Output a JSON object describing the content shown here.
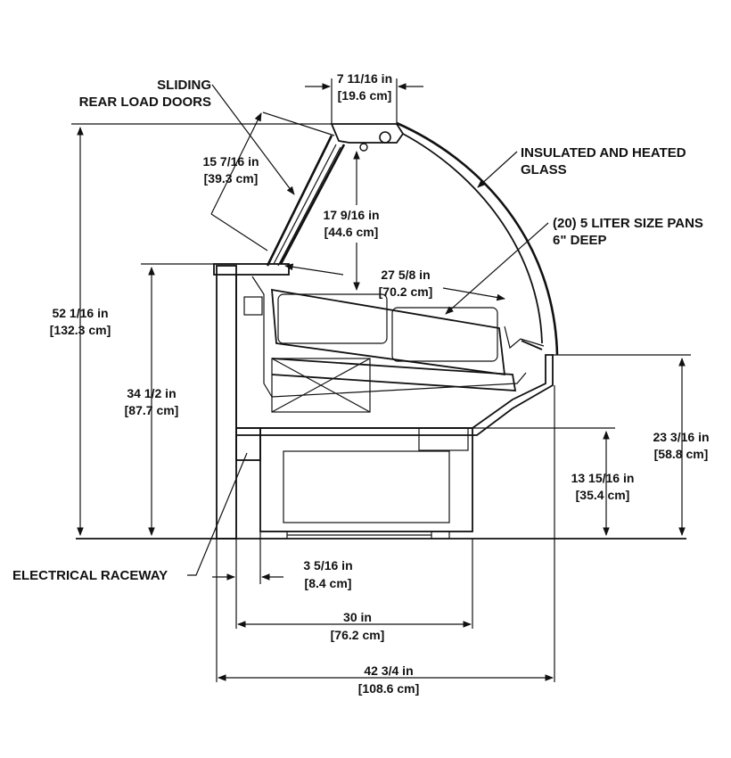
{
  "callouts": {
    "sliding_doors": [
      "SLIDING",
      "REAR LOAD DOORS"
    ],
    "glass": [
      "INSULATED AND HEATED",
      "GLASS"
    ],
    "pans": [
      "(20) 5 LITER SIZE PANS",
      "6\" DEEP"
    ],
    "raceway": "ELECTRICAL RACEWAY"
  },
  "dimensions": {
    "top_width": [
      "7 11/16 in",
      "[19.6 cm]"
    ],
    "door_length": [
      "15 7/16 in",
      "[39.3 cm]"
    ],
    "glass_height": [
      "17 9/16 in",
      "[44.6 cm]"
    ],
    "pan_depth": [
      "27 5/8 in",
      "[70.2 cm]"
    ],
    "total_height": [
      "52 1/16 in",
      "[132.3 cm]"
    ],
    "counter_height": [
      "34 1/2 in",
      "[87.7 cm]"
    ],
    "front_height": [
      "23 3/16 in",
      "[58.8 cm]"
    ],
    "base_height": [
      "13 15/16 in",
      "[35.4 cm]"
    ],
    "raceway_offset": [
      "3 5/16 in",
      "[8.4 cm]"
    ],
    "base_width": [
      "30 in",
      "[76.2 cm]"
    ],
    "total_width": [
      "42 3/4 in",
      "[108.6 cm]"
    ]
  },
  "colors": {
    "ink": "#111111",
    "background": "#ffffff"
  }
}
